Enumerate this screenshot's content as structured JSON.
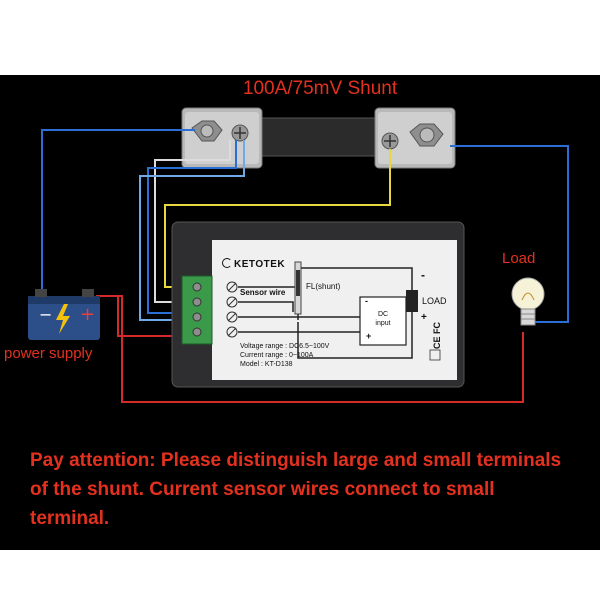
{
  "shunt_title": "100A/75mV  Shunt",
  "load_label": "Load",
  "power_supply_label": "power  supply",
  "meter": {
    "brand": "KETOTEK",
    "sensor_wire_label": "Sensor wire",
    "fl_label": "FL(shunt)",
    "dc_input_label": "DC\ninput",
    "load_label": "LOAD",
    "minus": "-",
    "plus": "+",
    "voltage_range": "Voltage range : DC6.5~100V",
    "current_range": "Current range : 0~100A",
    "model": "Model : KT-D138",
    "cert": "CE FC"
  },
  "attention_note": "Pay attention: Please distinguish large and small terminals of the shunt. Current sensor wires connect to small terminal.",
  "colors": {
    "wire_blue": "#2a6fd6",
    "wire_red": "#d42a2a",
    "wire_yellow": "#e8d840",
    "wire_white": "#dcdcdc",
    "text_red": "#e4311f",
    "terminal_green": "#3a9a4a"
  }
}
